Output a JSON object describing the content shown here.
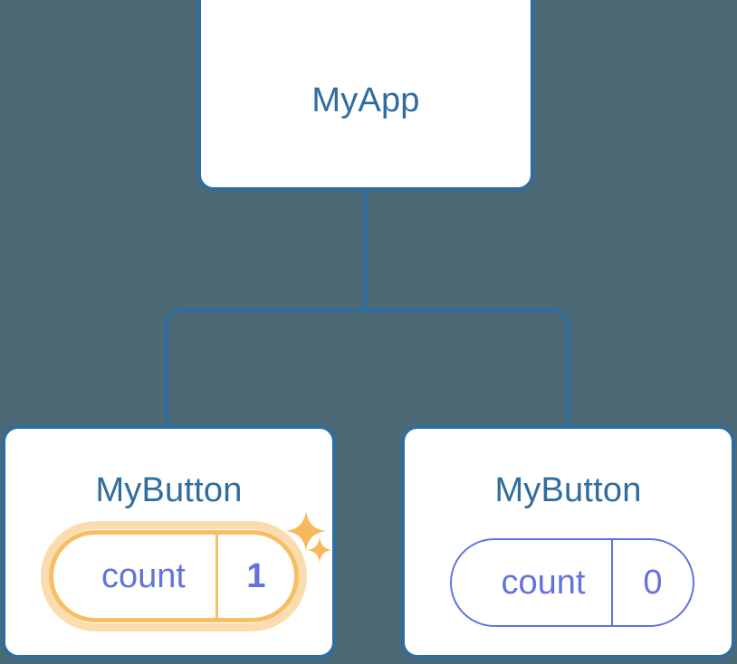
{
  "diagram": {
    "type": "component-tree",
    "background_color": "#4c6a76",
    "accent_color": "#2e6d9e",
    "state_color": "#6273dd",
    "highlight_color": "#f8be63",
    "highlight_glow_color": "#fbdcaf"
  },
  "root": {
    "title": "MyApp"
  },
  "children": [
    {
      "title": "MyButton",
      "state": {
        "key": "count",
        "value": "1"
      },
      "highlighted": true,
      "sparkles": [
        "sparkle-large",
        "sparkle-small"
      ]
    },
    {
      "title": "MyButton",
      "state": {
        "key": "count",
        "value": "0"
      },
      "highlighted": false
    }
  ],
  "edges": {
    "trunk": "root-to-branch",
    "branch_left": "branch-to-child-left",
    "branch_right": "branch-to-child-right"
  }
}
